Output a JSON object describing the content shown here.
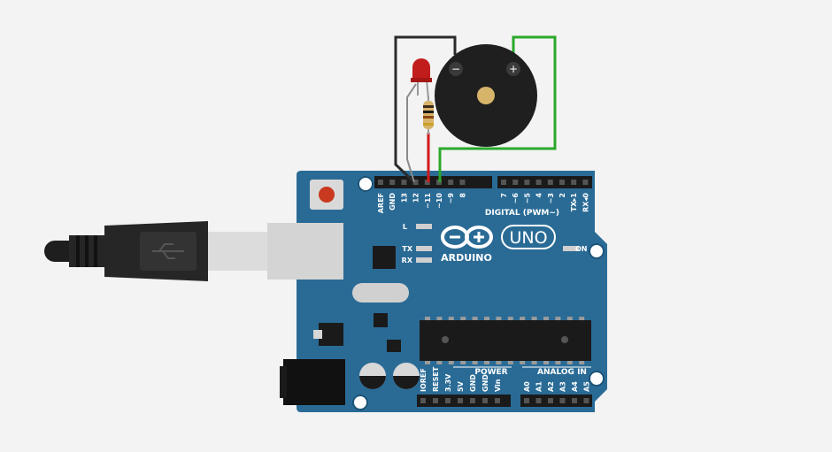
{
  "board": {
    "logo_text": "ARDUINO",
    "model": "UNO",
    "digital_header_label": "DIGITAL (PWM~)",
    "power_header_label": "POWER",
    "analog_header_label": "ANALOG IN",
    "on_label": "ON",
    "led_l_label": "L",
    "tx_label": "TX",
    "rx_label": "RX",
    "top_left_pins": [
      "AREF",
      "GND",
      "13",
      "12",
      "~11",
      "~10",
      "~9",
      "8"
    ],
    "top_right_pins": [
      "7",
      "~6",
      "~5",
      "4",
      "~3",
      "2",
      "TX▸1",
      "RX◂0"
    ],
    "power_pins": [
      "IOREF",
      "RESET",
      "3.3V",
      "5V",
      "GND",
      "GND",
      "Vin"
    ],
    "analog_pins": [
      "A0",
      "A1",
      "A2",
      "A3",
      "A4",
      "A5"
    ]
  },
  "buzzer": {
    "minus_label": "−",
    "plus_label": "+"
  },
  "colors": {
    "board": "#2a6b96",
    "wire_black": "#2b2b2b",
    "wire_red": "#d21919",
    "wire_green": "#2aa82a",
    "wire_gray": "#8a8a8a",
    "led": "#c21d1d",
    "buzzer": "#1f1f1f"
  }
}
